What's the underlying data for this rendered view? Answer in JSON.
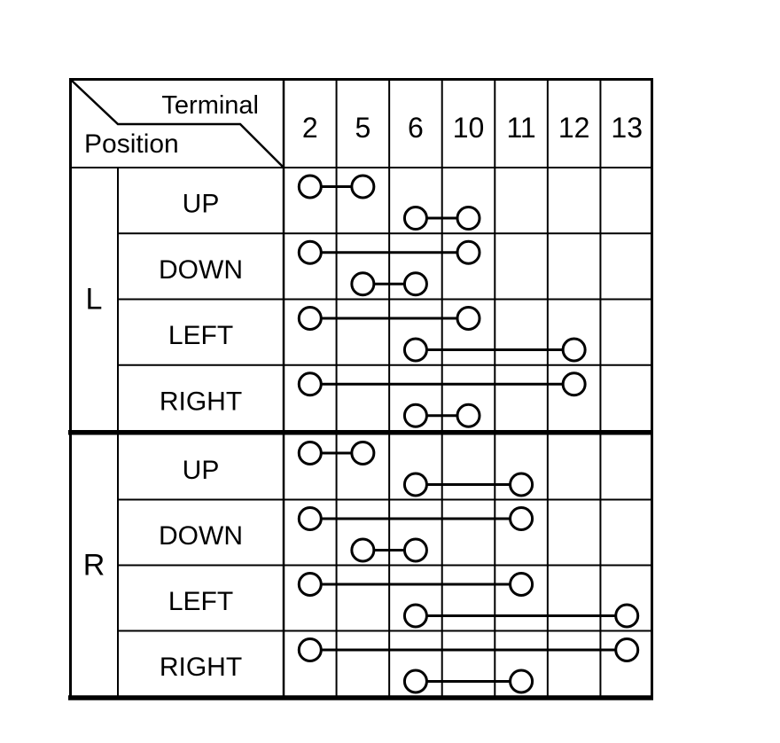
{
  "header": {
    "terminal_label": "Terminal",
    "position_label": "Position"
  },
  "terminals": [
    "2",
    "5",
    "6",
    "10",
    "11",
    "12",
    "13"
  ],
  "groups": [
    {
      "label": "L",
      "rows": [
        {
          "label": "UP",
          "connections": [
            {
              "from": "2",
              "to": "5",
              "slot": "upper"
            },
            {
              "from": "6",
              "to": "10",
              "slot": "lower"
            }
          ]
        },
        {
          "label": "DOWN",
          "connections": [
            {
              "from": "2",
              "to": "10",
              "slot": "upper"
            },
            {
              "from": "5",
              "to": "6",
              "slot": "lower"
            }
          ]
        },
        {
          "label": "LEFT",
          "connections": [
            {
              "from": "2",
              "to": "10",
              "slot": "upper"
            },
            {
              "from": "6",
              "to": "12",
              "slot": "lower"
            }
          ]
        },
        {
          "label": "RIGHT",
          "connections": [
            {
              "from": "2",
              "to": "12",
              "slot": "upper"
            },
            {
              "from": "6",
              "to": "10",
              "slot": "lower"
            }
          ]
        }
      ]
    },
    {
      "label": "R",
      "rows": [
        {
          "label": "UP",
          "connections": [
            {
              "from": "2",
              "to": "5",
              "slot": "upper"
            },
            {
              "from": "6",
              "to": "11",
              "slot": "lower"
            }
          ]
        },
        {
          "label": "DOWN",
          "connections": [
            {
              "from": "2",
              "to": "11",
              "slot": "upper"
            },
            {
              "from": "5",
              "to": "6",
              "slot": "lower"
            }
          ]
        },
        {
          "label": "LEFT",
          "connections": [
            {
              "from": "2",
              "to": "11",
              "slot": "upper"
            },
            {
              "from": "6",
              "to": "13",
              "slot": "lower"
            }
          ]
        },
        {
          "label": "RIGHT",
          "connections": [
            {
              "from": "2",
              "to": "13",
              "slot": "upper"
            },
            {
              "from": "6",
              "to": "11",
              "slot": "lower"
            }
          ]
        }
      ]
    }
  ],
  "colors": {
    "line": "#000000",
    "background": "#ffffff",
    "contact_fill": "#ffffff"
  }
}
